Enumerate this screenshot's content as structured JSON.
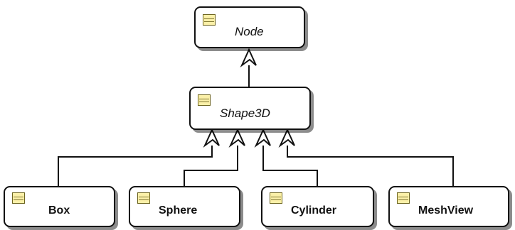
{
  "diagram": {
    "abstract_classes": [
      {
        "name": "Node"
      },
      {
        "name": "Shape3D"
      }
    ],
    "concrete_classes": [
      {
        "name": "Box"
      },
      {
        "name": "Sphere"
      },
      {
        "name": "Cylinder"
      },
      {
        "name": "MeshView"
      }
    ],
    "relationships": [
      {
        "type": "inheritance",
        "from": "Shape3D",
        "to": "Node"
      },
      {
        "type": "inheritance",
        "from": "Box",
        "to": "Shape3D"
      },
      {
        "type": "inheritance",
        "from": "Sphere",
        "to": "Shape3D"
      },
      {
        "type": "inheritance",
        "from": "Cylinder",
        "to": "Shape3D"
      },
      {
        "type": "inheritance",
        "from": "MeshView",
        "to": "Shape3D"
      }
    ],
    "colors": {
      "class_icon_fill": "#fbf0a8",
      "outline": "#111111"
    }
  }
}
